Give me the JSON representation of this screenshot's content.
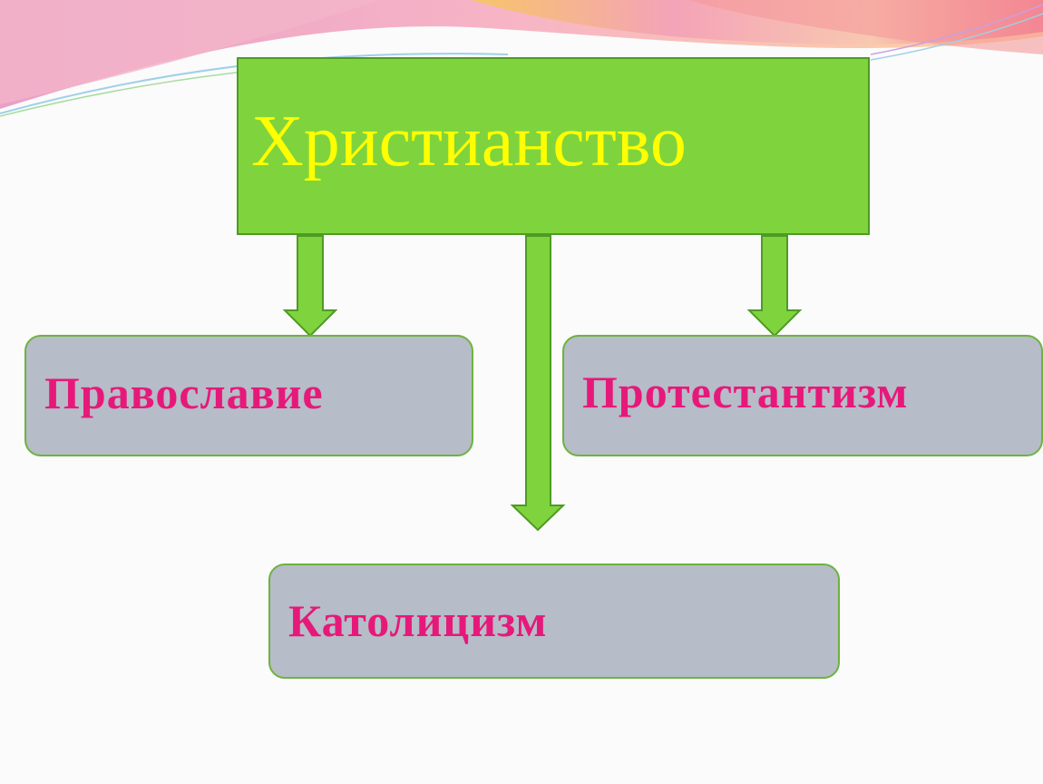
{
  "diagram": {
    "root": {
      "label": "Христианство"
    },
    "branches": [
      {
        "id": "orthodoxy",
        "label": "Православие"
      },
      {
        "id": "protestantism",
        "label": "Протестантизм"
      },
      {
        "id": "catholicism",
        "label": "Католицизм"
      }
    ]
  },
  "colors": {
    "root_fill": "#7fd43d",
    "root_text": "#ffff00",
    "branch_fill": "#b6bcc8",
    "branch_border": "#6db33f",
    "branch_text": "#e6197a",
    "arrow_fill": "#7fd43d",
    "arrow_stroke": "#4f9a25"
  }
}
